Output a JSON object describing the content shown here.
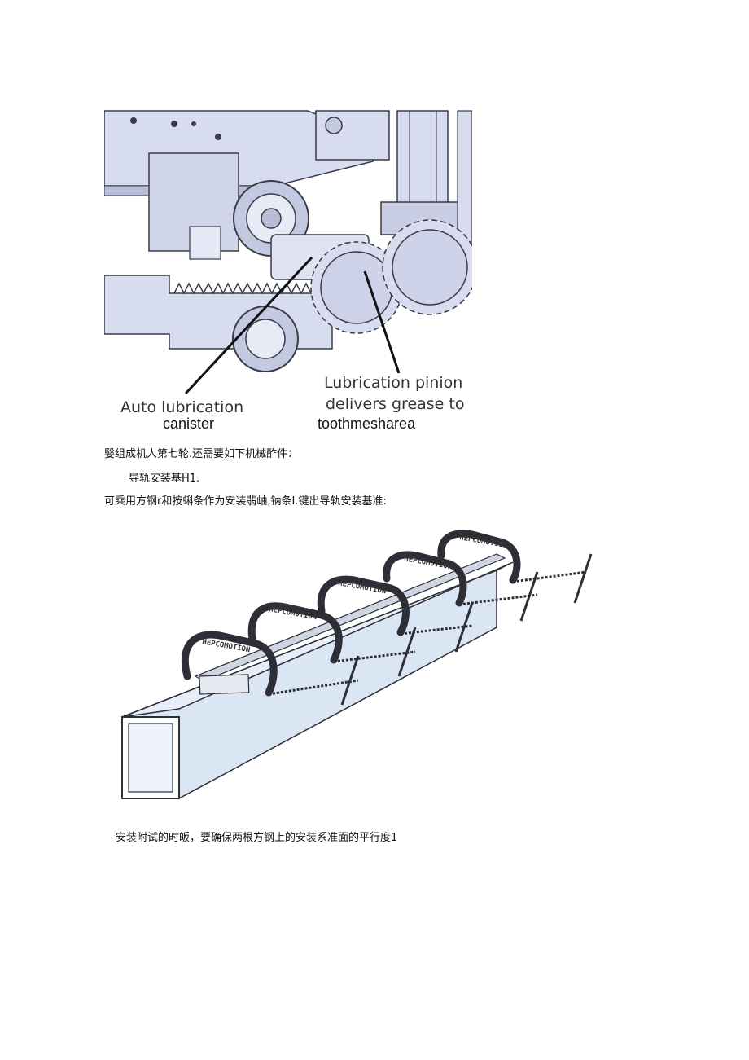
{
  "figure1": {
    "label_left_line1": "Auto lubrication",
    "label_left_line2": "canister",
    "label_right_line1": "Lubrication pinion",
    "label_right_line2": "delivers grease to",
    "label_right_line3": "toothmesharea",
    "colors": {
      "metal": "#d7dcef",
      "outline": "#3a3a46",
      "shade": "#b7bdd6"
    }
  },
  "paragraphs": {
    "p1": "嫛组成机人第七轮.还需要如下机械酢件：",
    "p2": "导轨安装基H1.",
    "p3": "可乘用方钢r和按蝌条作为安装翡岫,钠条I.键出导轨安装基准:",
    "p4": "安装附试的时皈，要确保两根方钢上的安装系准面的平行度1"
  },
  "figure2": {
    "clamp_brand": "HEPCOMOTION",
    "colors": {
      "tube": "#dbe6f5",
      "clamp": "#c9ced8",
      "outline": "#2e2e36"
    }
  }
}
